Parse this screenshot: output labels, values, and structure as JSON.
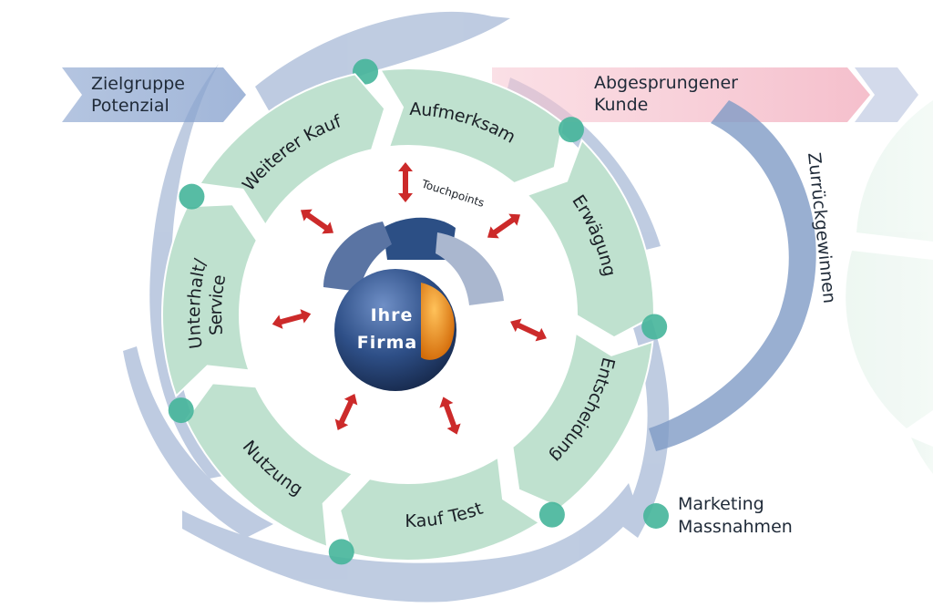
{
  "colors": {
    "segment_fill": "#bfe1cf",
    "segment_stroke": "#ffffff",
    "node": "#45b59a",
    "swoosh": "#7f9bc4",
    "pink_band": "#f7c9d3",
    "blue_band": "#8fa7cf",
    "arrow": "#cc2a2a",
    "sphere": "#2d4f86",
    "core": "#ef8a1c"
  },
  "left_band": {
    "line1": "Zielgruppe",
    "line2": "Potenzial"
  },
  "right_band": {
    "line1": "Abgesprungener",
    "line2": "Kunde"
  },
  "return_label": "Zurrückgewinnen",
  "touchpoints_label": "Touchpoints",
  "core": {
    "line1": "Ihre",
    "line2": "Firma"
  },
  "segments": [
    {
      "id": "aufmerksam",
      "label": "Aufmerksam"
    },
    {
      "id": "erwaegung",
      "label": "Erwägung"
    },
    {
      "id": "entscheidung",
      "label": "Entscheidung"
    },
    {
      "id": "kauf-test",
      "label": "Kauf Test"
    },
    {
      "id": "nutzung",
      "label": "Nutzung"
    },
    {
      "id": "unterhalt",
      "label": "Unterhalt/",
      "label2": "Service"
    },
    {
      "id": "weiterer-kauf",
      "label": "Weiterer Kauf"
    }
  ],
  "legend": {
    "line1": "Marketing",
    "line2": "Massnahmen"
  }
}
